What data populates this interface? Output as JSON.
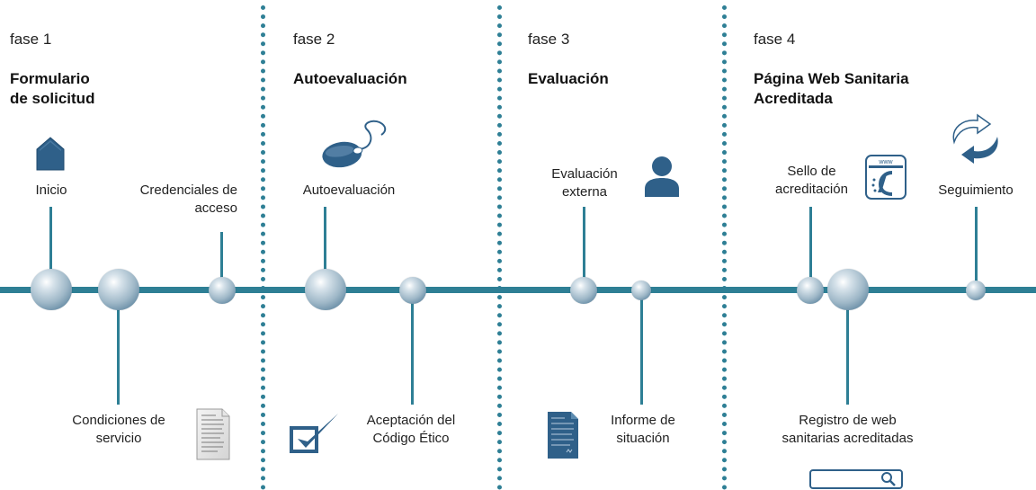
{
  "phases": [
    {
      "phase_label": "fase 1",
      "title_line1": "Formulario",
      "title_line2": "de solicitud"
    },
    {
      "phase_label": "fase 2",
      "title_line1": "Autoevaluación"
    },
    {
      "phase_label": "fase 3",
      "title_line1": "Evaluación"
    },
    {
      "phase_label": "fase 4",
      "title_line1": "Página Web Sanitaria",
      "title_line2": "Acreditada"
    }
  ],
  "steps": {
    "inicio": {
      "label": "Inicio",
      "icon": "home-icon"
    },
    "credenciales": {
      "line1": "Credenciales de",
      "line2": "acceso"
    },
    "condiciones": {
      "line1": "Condiciones de",
      "line2": "servicio",
      "icon": "document-icon"
    },
    "autoevaluacion": {
      "label": "Autoevaluación",
      "icon": "mouse-icon"
    },
    "codigo_etico": {
      "line1": "Aceptación del",
      "line2": "Código Ético",
      "icon": "checkbox-icon"
    },
    "evaluacion_externa": {
      "line1": "Evaluación",
      "line2": "externa",
      "icon": "user-icon"
    },
    "informe": {
      "line1": "Informe de",
      "line2": "situación",
      "icon": "report-icon"
    },
    "sello": {
      "line1": "Sello de",
      "line2": "acreditación",
      "icon": "seal-icon"
    },
    "seguimiento": {
      "label": "Seguimiento",
      "icon": "refresh-icon"
    },
    "registro": {
      "line1": "Registro de web",
      "line2": "sanitarias acreditadas",
      "icon": "search-box-icon"
    }
  },
  "seal_text": {
    "top": "www"
  },
  "colors": {
    "accent": "#2e7f95",
    "icon": "#2f6089"
  }
}
